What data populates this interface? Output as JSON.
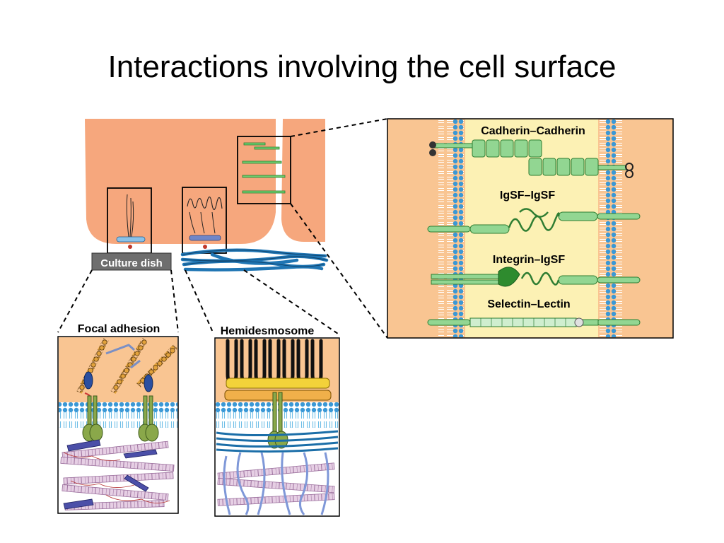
{
  "slide": {
    "title": "Interactions involving the cell surface"
  },
  "labels": {
    "culture_dish": "Culture dish",
    "focal_adhesion": "Focal adhesion",
    "hemidesmosome": "Hemidesmosome",
    "cadherin": "Cadherin–Cadherin",
    "igsf": "IgSF–IgSF",
    "integrin": "Integrin–IgSF",
    "selectin": "Selectin–Lectin"
  },
  "colors": {
    "cell": "#f6a77d",
    "inset_bg": "#f9c592",
    "gap_bg": "#fcf1b4",
    "membrane": "#2f8fd0",
    "fiber": "#1b6ea8",
    "protein": "#49a54a",
    "receptor": "#8aa84a",
    "dish_label": "#6e6e6e"
  }
}
